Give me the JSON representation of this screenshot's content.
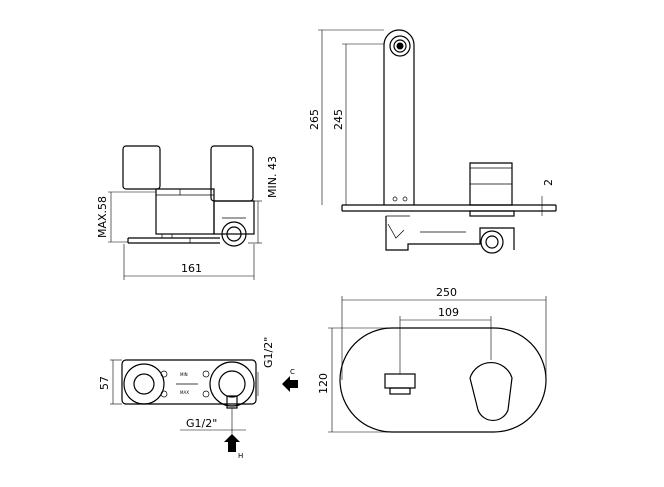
{
  "dimensions": {
    "max_58": "MAX.58",
    "min_43": "MIN. 43",
    "w_161": "161",
    "h_265": "265",
    "h_245": "245",
    "v_2": "2",
    "w_250": "250",
    "w_109": "109",
    "h_120": "120",
    "h_57": "57",
    "g12_right": "G1/2\"",
    "g12_bottom": "G1/2\""
  },
  "labels": {
    "cold": "C",
    "hot": "H",
    "min": "MIN",
    "max": "MAX"
  }
}
